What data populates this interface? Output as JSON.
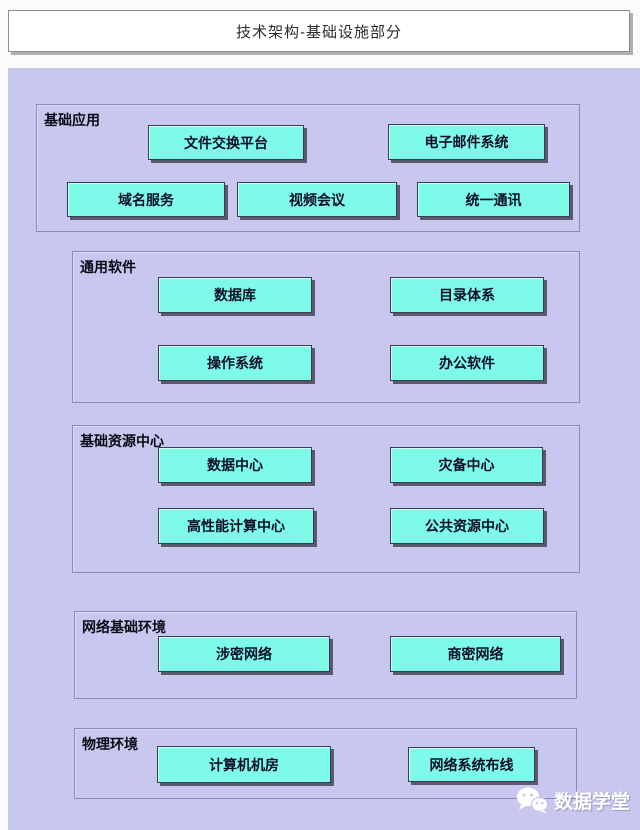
{
  "title": "技术架构-基础设施部分",
  "colors": {
    "panel_background": "#c7c7ef",
    "node_fill": "#7efae9",
    "node_text": "#0d0d26",
    "section_border": "#8a8ab6",
    "watermark_text_color": "#ffffff"
  },
  "sections": [
    {
      "label": "基础应用",
      "boxes": [
        "文件交换平台",
        "电子邮件系统",
        "域名服务",
        "视频会议",
        "统一通讯"
      ]
    },
    {
      "label": "通用软件",
      "boxes": [
        "数据库",
        "目录体系",
        "操作系统",
        "办公软件"
      ]
    },
    {
      "label": "基础资源中心",
      "boxes": [
        "数据中心",
        "灾备中心",
        "高性能计算中心",
        "公共资源中心"
      ]
    },
    {
      "label": "网络基础环境",
      "boxes": [
        "涉密网络",
        "商密网络"
      ]
    },
    {
      "label": "物理环境",
      "boxes": [
        "计算机机房",
        "网络系统布线"
      ]
    }
  ],
  "watermark": {
    "label": "数据学堂",
    "icon": "wechat-icon"
  }
}
